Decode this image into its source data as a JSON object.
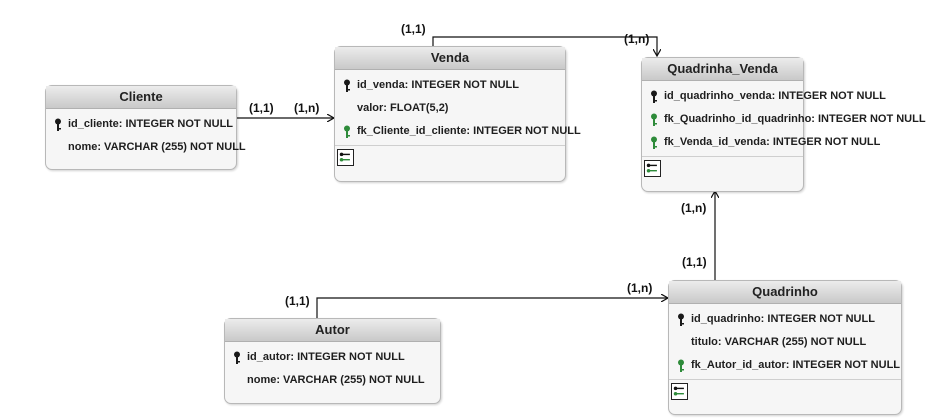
{
  "entities": {
    "cliente": {
      "title": "Cliente",
      "fields": [
        {
          "text": "id_cliente: INTEGER NOT NULL",
          "key": "pk"
        },
        {
          "text": "nome: VARCHAR (255) NOT NULL",
          "key": "none"
        }
      ]
    },
    "venda": {
      "title": "Venda",
      "fields": [
        {
          "text": "id_venda: INTEGER NOT NULL",
          "key": "pk"
        },
        {
          "text": "valor: FLOAT(5,2)",
          "key": "none"
        },
        {
          "text": "fk_Cliente_id_cliente: INTEGER NOT NULL",
          "key": "fk"
        }
      ]
    },
    "quadrinha_venda": {
      "title": "Quadrinha_Venda",
      "fields": [
        {
          "text": "id_quadrinho_venda: INTEGER NOT NULL",
          "key": "pk"
        },
        {
          "text": "fk_Quadrinho_id_quadrinho: INTEGER NOT NULL",
          "key": "fk"
        },
        {
          "text": "fk_Venda_id_venda: INTEGER NOT NULL",
          "key": "fk"
        }
      ]
    },
    "quadrinho": {
      "title": "Quadrinho",
      "fields": [
        {
          "text": "id_quadrinho: INTEGER NOT NULL",
          "key": "pk"
        },
        {
          "text": "titulo: VARCHAR (255) NOT NULL",
          "key": "none"
        },
        {
          "text": "fk_Autor_id_autor: INTEGER NOT NULL",
          "key": "fk"
        }
      ]
    },
    "autor": {
      "title": "Autor",
      "fields": [
        {
          "text": "id_autor: INTEGER NOT NULL",
          "key": "pk"
        },
        {
          "text": "nome: VARCHAR (255) NOT NULL",
          "key": "none"
        }
      ]
    }
  },
  "cardinalities": {
    "cliente_venda_one": "(1,1)",
    "cliente_venda_many": "(1,n)",
    "venda_qv_one": "(1,1)",
    "venda_qv_many": "(1,n)",
    "quadrinho_qv_many": "(1,n)",
    "quadrinho_qv_one": "(1,1)",
    "autor_quadrinho_one": "(1,1)",
    "autor_quadrinho_many": "(1,n)"
  },
  "colors": {
    "pk_key": "#1a1a1a",
    "fk_key": "#2e8b3a",
    "line": "#111111"
  }
}
